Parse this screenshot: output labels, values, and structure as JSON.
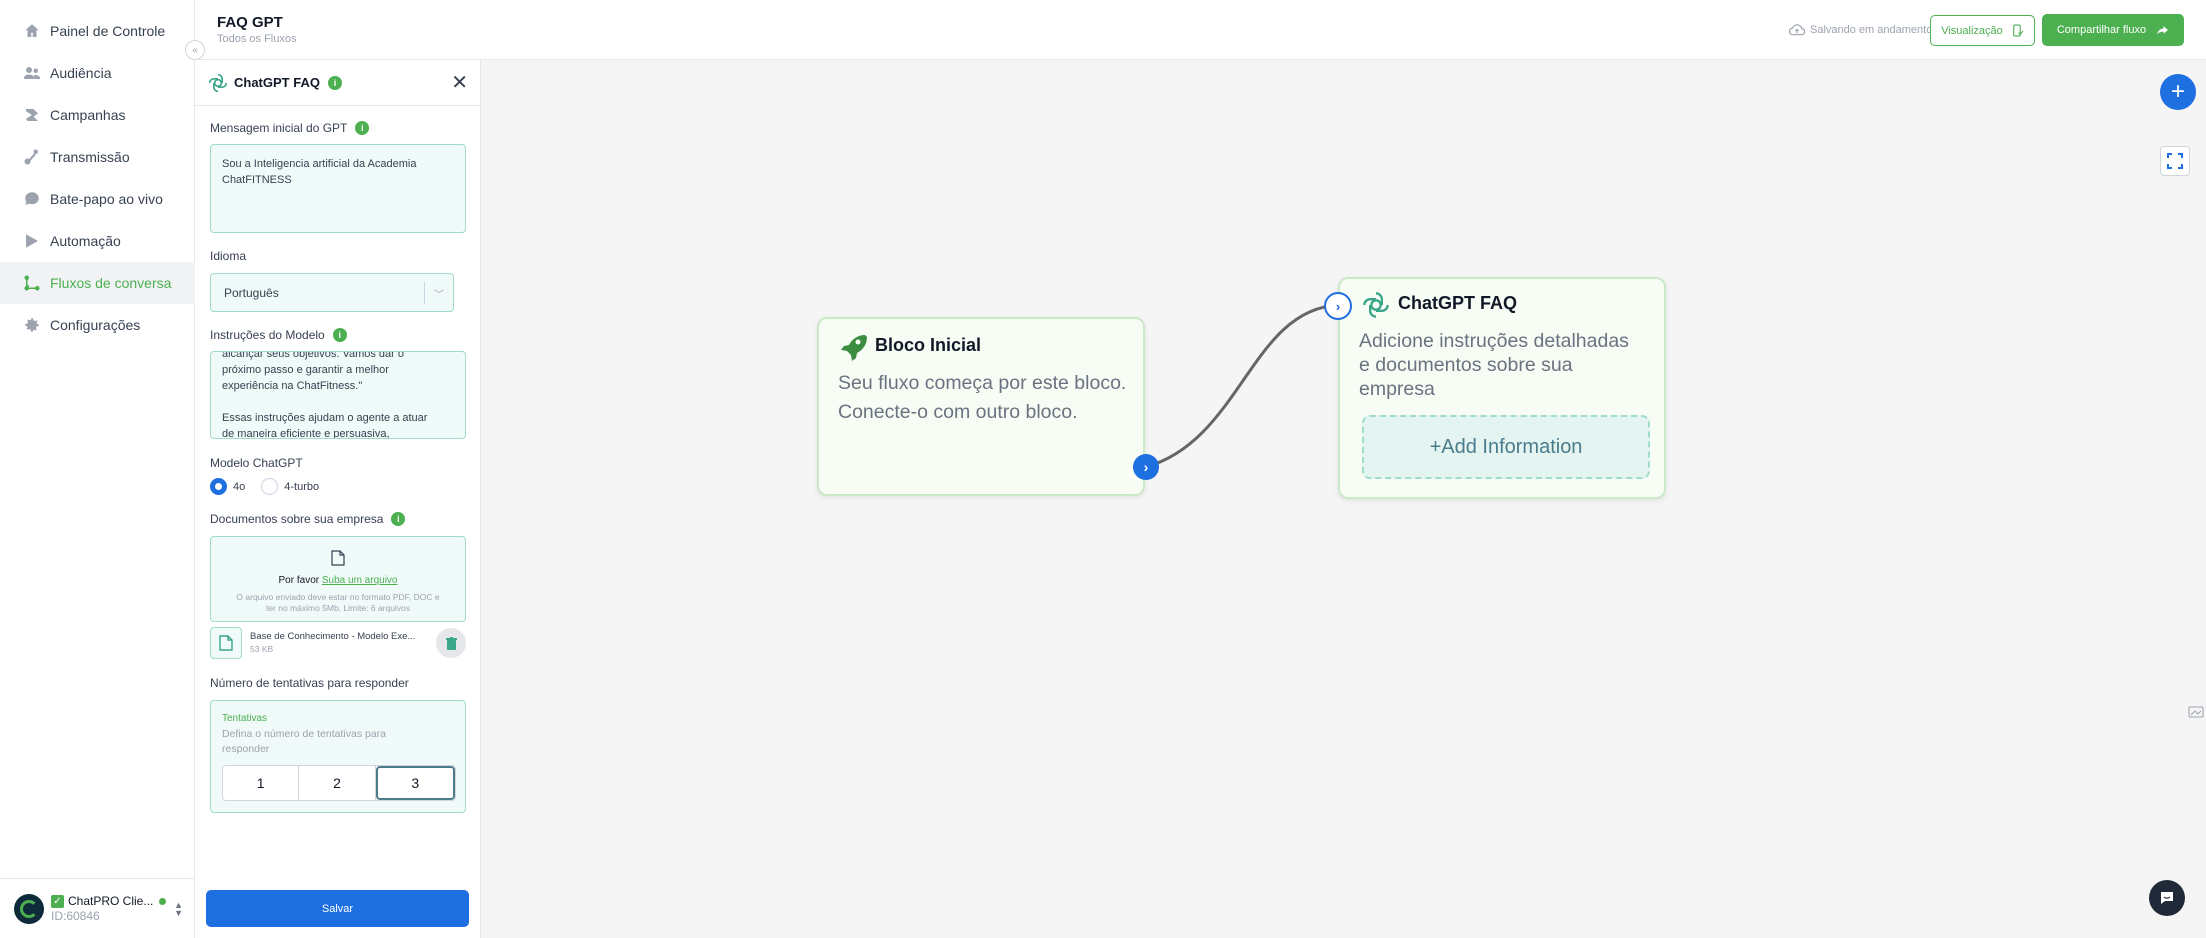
{
  "sidebar": {
    "items": [
      {
        "label": "Painel de Controle",
        "icon": "home-icon"
      },
      {
        "label": "Audiência",
        "icon": "users-icon"
      },
      {
        "label": "Campanhas",
        "icon": "campaign-icon"
      },
      {
        "label": "Transmissão",
        "icon": "broadcast-icon"
      },
      {
        "label": "Bate-papo ao vivo",
        "icon": "chat-icon"
      },
      {
        "label": "Automação",
        "icon": "automation-icon"
      },
      {
        "label": "Fluxos de conversa",
        "icon": "flow-icon",
        "active": true
      },
      {
        "label": "Configurações",
        "icon": "gear-icon"
      }
    ],
    "account": {
      "name": "ChatPRO Clie...",
      "id": "ID:60846"
    }
  },
  "header": {
    "title": "FAQ GPT",
    "subtitle": "Todos os Fluxos",
    "saving": "Salvando em andamento",
    "preview_label": "Visualização",
    "share_label": "Compartilhar fluxo"
  },
  "panel": {
    "title": "ChatGPT FAQ",
    "initial_msg_label": "Mensagem inicial do GPT",
    "initial_msg_value": "Sou a Inteligencia artificial da Academia ChatFITNESS",
    "language_label": "Idioma",
    "language_value": "Português",
    "instructions_label": "Instruções do Modelo",
    "instructions_line1": "alcançar seus objetivos. Vamos dar o",
    "instructions_line2": "próximo passo e garantir a melhor",
    "instructions_line3": "experiência na ChatFitness.\"",
    "instructions_line4": "Essas instruções ajudam o agente a atuar",
    "instructions_line5": "de maneira eficiente e persuasiva,",
    "model_label": "Modelo ChatGPT",
    "model_options": [
      "4o",
      "4-turbo"
    ],
    "model_selected": "4o",
    "docs_label": "Documentos sobre sua empresa",
    "upload_prefix": "Por favor",
    "upload_link": "Suba um arquivo",
    "upload_hint": "O arquivo enviado deve estar no formato PDF, DOC e ter no máximo 5Mb. Limite: 6 arquivos",
    "file_name": "Base de Conhecimento - Modelo Exe...",
    "file_size": "53 KB",
    "tries_label": "Número de tentativas para responder",
    "tries_title": "Tentativas",
    "tries_desc": "Defina o número de tentativas para responder",
    "tries_options": [
      "1",
      "2",
      "3"
    ],
    "tries_selected": "3",
    "save_label": "Salvar"
  },
  "canvas": {
    "start_node": {
      "title": "Bloco Inicial",
      "body_line1": "Seu fluxo começa por este bloco.",
      "body_line2": "Conecte-o com outro bloco."
    },
    "gpt_node": {
      "title": "ChatGPT FAQ",
      "body_line1": "Adicione instruções detalhadas",
      "body_line2": "e documentos sobre sua",
      "body_line3": "empresa",
      "add_label": "+Add Information"
    },
    "colors": {
      "accent": "#4caf50",
      "primary": "#1e6fe0",
      "node_border": "#cbe8c8"
    }
  }
}
